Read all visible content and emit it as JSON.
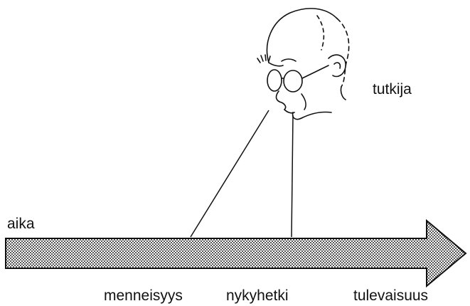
{
  "labels": {
    "time": "aika",
    "researcher": "tutkija",
    "past": "menneisyys",
    "present": "nykyhetki",
    "future": "tulevaisuus"
  },
  "colors": {
    "ink": "#111111",
    "arrow_dots": "#222222",
    "background": "#ffffff"
  }
}
